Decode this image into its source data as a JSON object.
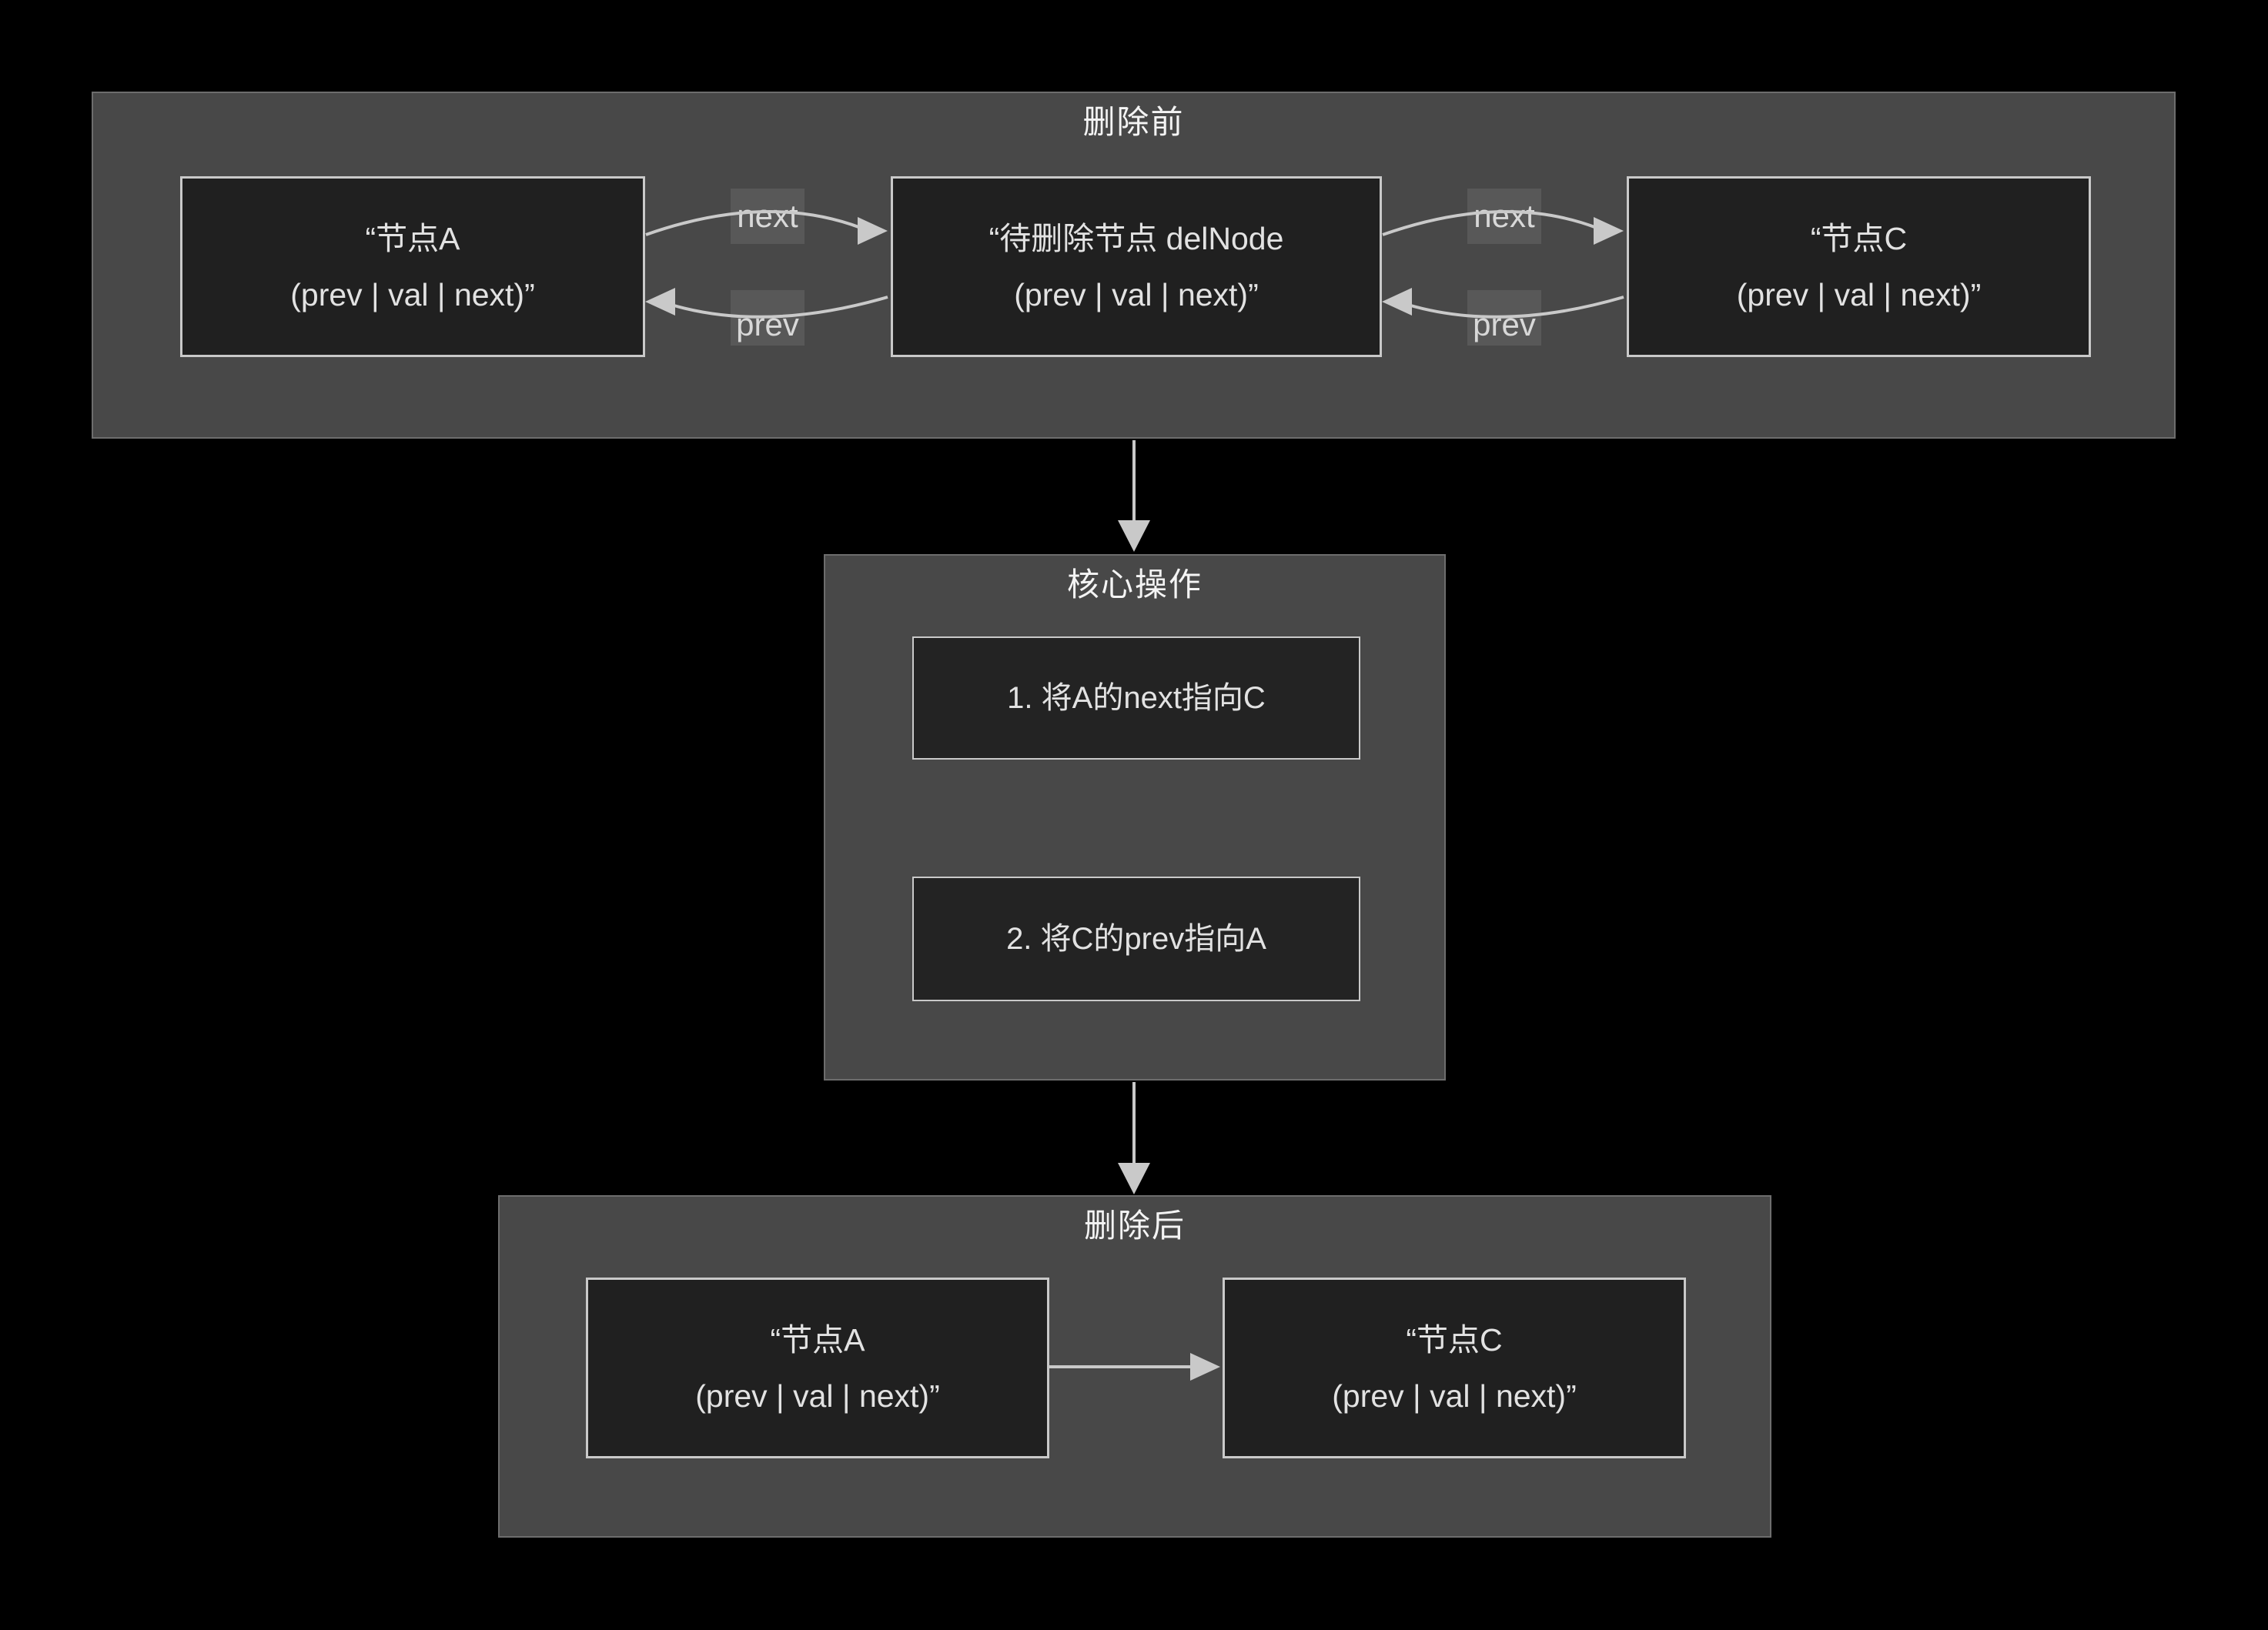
{
  "colors": {
    "background": "#000000",
    "section_fill": "#484848",
    "section_border": "#6d6d6d",
    "node_fill": "#202020",
    "node_border": "#c9c9c9",
    "label_background": "#585858",
    "arrow": "#c9c9c9",
    "text": "#e2e2e2",
    "title_text": "#f4f4f4"
  },
  "sections": {
    "before": {
      "title": "删除前",
      "nodes": {
        "a": {
          "line1": "“节点A",
          "line2": "(prev | val | next)”"
        },
        "del": {
          "line1": "“待删除节点 delNode",
          "line2": "(prev | val | next)”"
        },
        "c": {
          "line1": "“节点C",
          "line2": "(prev | val | next)”"
        }
      },
      "labels": {
        "next_left": "next",
        "prev_left": "prev",
        "next_right": "next",
        "prev_right": "prev"
      }
    },
    "core": {
      "title": "核心操作",
      "steps": [
        {
          "text": "1. 将A的next指向C"
        },
        {
          "text": "2. 将C的prev指向A"
        }
      ]
    },
    "after": {
      "title": "删除后",
      "nodes": {
        "a": {
          "line1": "“节点A",
          "line2": "(prev | val | next)”"
        },
        "c": {
          "line1": "“节点C",
          "line2": "(prev | val | next)”"
        }
      }
    }
  }
}
